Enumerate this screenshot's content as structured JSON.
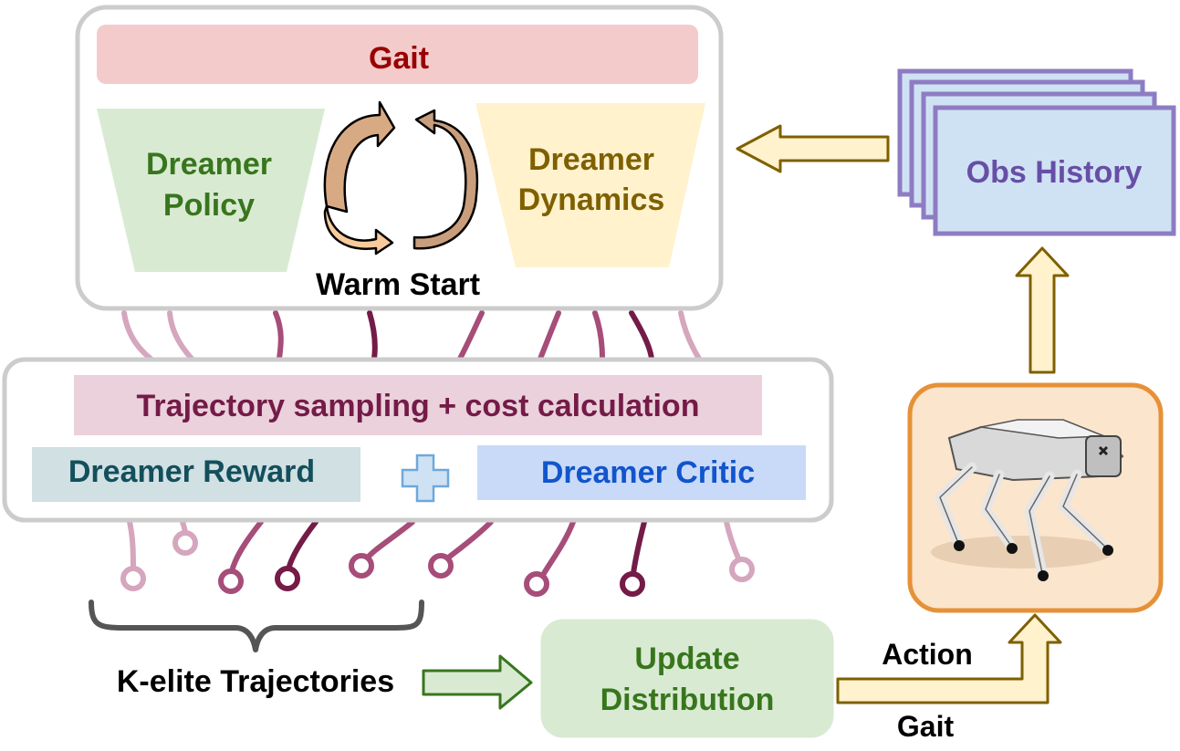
{
  "top_box": {
    "gait_label": "Gait",
    "policy_line1": "Dreamer",
    "policy_line2": "Policy",
    "dynamics_line1": "Dreamer",
    "dynamics_line2": "Dynamics",
    "warm_start_label": "Warm Start"
  },
  "middle_box": {
    "sampling_label": "Trajectory sampling + cost calculation",
    "reward_label": "Dreamer Reward",
    "critic_label": "Dreamer Critic"
  },
  "obs_history_label": "Obs History",
  "k_elite_label": "K-elite Trajectories",
  "update_line1": "Update",
  "update_line2": "Distribution",
  "action_label": "Action",
  "gait_bottom_label": "Gait",
  "colors": {
    "gait_bar": "#f3cbcb",
    "gait_text": "#990000",
    "policy_fill": "#d9ead3",
    "policy_text": "#38761d",
    "dynamics_fill": "#fff2cc",
    "dynamics_text": "#7f6000",
    "sampling_fill": "#ead1dc",
    "sampling_text": "#741b47",
    "reward_fill": "#d0e0e3",
    "reward_text": "#134f5c",
    "critic_fill": "#c9daf8",
    "critic_text": "#1155cc",
    "obs_fill": "#cfe2f3",
    "obs_border": "#8e7cc3",
    "obs_text": "#674ea7",
    "robot_fill": "#fce5cd",
    "robot_border": "#e69138",
    "update_fill": "#d9ead3",
    "update_text": "#38761d",
    "arrow_yellow_fill": "#fff2cc",
    "arrow_yellow_stroke": "#7f6000"
  }
}
